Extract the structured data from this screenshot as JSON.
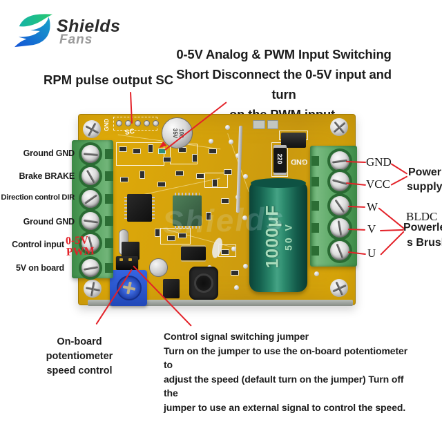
{
  "colors": {
    "annotation_red": "#e32128",
    "pcb_yellow": "#d7a40b",
    "terminal_green": "#55a25e",
    "capacitor_green": "#1c6f59",
    "potentiometer_blue": "#2b57d8",
    "text_dark": "#1c1c1c",
    "brand_gray": "#9a9a9a"
  },
  "logo": {
    "title": "Shields",
    "subtitle": "Fans"
  },
  "callouts": {
    "rpm_pulse": "RPM pulse output SC",
    "input_switching": [
      "0-5V Analog & PWM Input Switching",
      "Short Disconnect the 0-5V input and turn",
      "on the PWM input."
    ],
    "pot_speed": [
      "On-board potentiometer",
      "speed control"
    ],
    "jumper_note": [
      "Control signal switching jumper",
      "Turn on the jumper to use the on-board potentiometer to",
      "adjust the speed (default turn on the jumper) Turn off the",
      "jumper to use an external signal to control the speed."
    ]
  },
  "left_pins": [
    {
      "label": "Ground GND"
    },
    {
      "label": "Brake BRAKE"
    },
    {
      "label": "Direction control DIR"
    },
    {
      "label": "Ground GND"
    },
    {
      "label": "Control input",
      "red_note": [
        "0-5V",
        "PWM"
      ]
    },
    {
      "label": "5V on board"
    }
  ],
  "right_pins": [
    "GND",
    "VCC",
    "W",
    "V",
    "U"
  ],
  "right_groups": {
    "power": [
      "Power",
      "supply"
    ],
    "motor": [
      "BLDC",
      "Powerles",
      "s Brush"
    ]
  },
  "board_silkscreen": {
    "sc": "SC",
    "gnd_top": "GND",
    "gnd_right": "GND",
    "resistor": "220",
    "small_cap": [
      "100",
      "35V"
    ],
    "big_cap": [
      "1000μF",
      "50 V"
    ],
    "watermark": "Shields"
  }
}
